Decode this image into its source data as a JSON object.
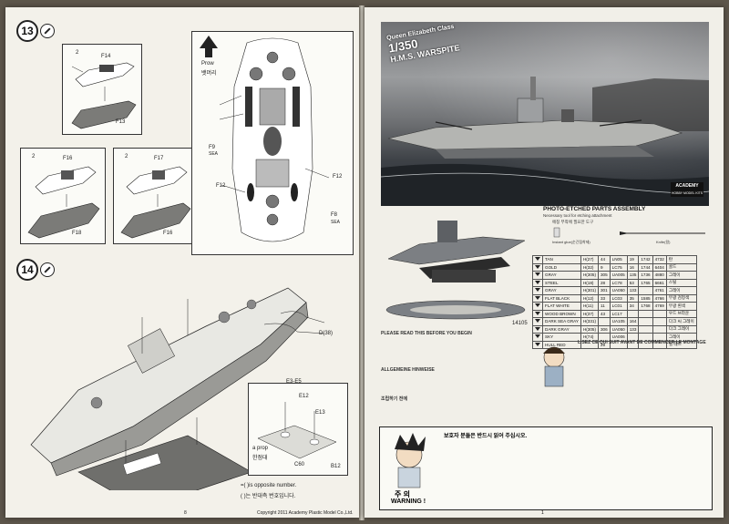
{
  "left_page": {
    "step13": {
      "number": "13"
    },
    "step14": {
      "number": "14"
    },
    "parts13": {
      "a1": "F14",
      "a2": "F13",
      "b1": "F16",
      "b2": "F18",
      "c1": "F17",
      "c2": "F16",
      "count_a": "2",
      "count_b": "2",
      "count_c": "2"
    },
    "deck_labels": {
      "prow_en": "Prow",
      "prow_kr": "뱃머리",
      "f9": "F9",
      "sea": "SEA",
      "f12a": "F12",
      "f12b": "F12",
      "f8": "F8",
      "sea2": "SEA"
    },
    "step14_labels": {
      "d": "D(38)",
      "e": "E3-E5",
      "e12": "E12",
      "e13": "E13",
      "a_prop_en": "a prop",
      "a_prop_kr": "한점대",
      "c60": "C60",
      "b12": "B12"
    },
    "footer": {
      "opposite_en": "=( )is opposite number.",
      "opposite_kr": "( )는 반대측 번호입니다.",
      "page": "8",
      "copyright": "Copyright 2011 Academy Plastic Model Co.,Ltd."
    }
  },
  "right_page": {
    "box_art": {
      "scale": "1/350",
      "class": "Queen Elizabeth Class",
      "name": "H.M.S. WARSPITE",
      "brand": "ACADEMY",
      "brand_sub": "HOBBY MODEL KITS"
    },
    "pe": {
      "title": "PHOTO-ETCHED PARTS ASSEMBLY",
      "note1": "Necessary tool for etching attachment",
      "note2": "에칭 부착에 필요한 도구",
      "glue": "Instant glue(순간접착제)",
      "knife": "Knife(칼)"
    },
    "kit_number": "14105",
    "paint_table": {
      "headers": [
        "",
        "",
        "",
        "",
        "",
        "",
        ""
      ],
      "rows": [
        [
          "TAN",
          "H(27)",
          "44",
          "LN05",
          "19",
          "1742",
          "4732",
          "탄"
        ],
        [
          "GOLD",
          "H(32)",
          "9",
          "LC75",
          "16",
          "1744",
          "6404",
          "골드"
        ],
        [
          "GRAY",
          "H(305)",
          "305",
          "UA005",
          "135",
          "1736",
          "4880",
          "그레이"
        ],
        [
          "STEEL",
          "H(18)",
          "28",
          "LC78",
          "53",
          "1765",
          "6661",
          "스틸"
        ],
        [
          "GRAY",
          "H(301)",
          "301",
          "UA050",
          "133",
          "",
          "4761",
          "그레이"
        ],
        [
          "FLAT BLACK",
          "H(12)",
          "33",
          "LC03",
          "35",
          "1585",
          "4766",
          "무광 검정색"
        ],
        [
          "FLAT WHITE",
          "H(11)",
          "11",
          "LC01",
          "34",
          "1768",
          "4769",
          "무광 흰색"
        ],
        [
          "WOOD BROWN",
          "H(37)",
          "43",
          "LC17",
          "",
          "",
          "",
          "우드 브라운"
        ],
        [
          "DARK SEA GRAY",
          "H(331)",
          "",
          "UA105",
          "164",
          "",
          "",
          "다크 씨 그레이"
        ],
        [
          "DARK GRAY",
          "H(305)",
          "306",
          "UA050",
          "133",
          "",
          "",
          "다크 그레이"
        ],
        [
          "SKY",
          "H(74)",
          "",
          "UA006",
          "",
          "",
          "",
          "그레이"
        ],
        [
          "HULL RED",
          "",
          "29",
          "",
          "",
          "",
          "",
          "헐 레드"
        ]
      ]
    },
    "instructions": {
      "en_title": "PLEASE READ THIS BEFORE YOU BEGIN",
      "de_title": "ALLGEMEINE HINWEISE",
      "fr_title": "LISEZ CE QUI SUIT AVANT DE COMMENCER LE MONTAGE",
      "kr_title": "조립하기 전에",
      "warn_kr": "주 의",
      "warn_en": "WARNING !",
      "warn_head": "보호자 분들은 반드시 읽어 주십시오.",
      "page": "1"
    }
  }
}
